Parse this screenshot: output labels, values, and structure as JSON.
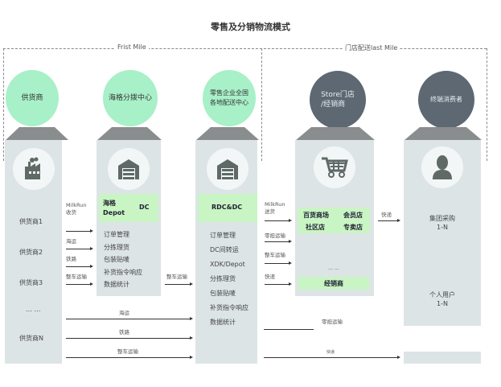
{
  "title": "零售及分销物流模式",
  "zones": {
    "first_mile": "Frist Mile",
    "last_mile": "门店配送last Mile"
  },
  "nodes": [
    {
      "label": "供货商",
      "icon": "factory-icon"
    },
    {
      "label": "海格分拨中心",
      "icon": "warehouse-icon"
    },
    {
      "label_lines": [
        "零售企业全国",
        "各地配送中心"
      ],
      "icon": "warehouse-icon"
    },
    {
      "label_lines": [
        "Store门店",
        "/经销商"
      ],
      "icon": "shopping-cart-icon"
    },
    {
      "label": "终端消费者",
      "icon": "person-icon"
    }
  ],
  "suppliers": [
    "供货商1",
    "供货商2",
    "供货商3",
    "…  …",
    "供货商N"
  ],
  "hub": {
    "box_left": [
      "海格",
      "Depot"
    ],
    "box_right": "DC",
    "functions": [
      "订单管理",
      "分拣理货",
      "包装贴唛",
      "补货指令响应",
      "数据统计"
    ]
  },
  "rdc": {
    "box": "RDC&DC",
    "functions": [
      "订单管理",
      "DC间转运",
      "XDK/Depot",
      "分拣理货",
      "包装贴唛",
      "补货指令响应",
      "数据统计"
    ]
  },
  "store": {
    "types": [
      "百货商场",
      "会员店",
      "社区店",
      "专卖店"
    ],
    "ellipsis": "… …",
    "dealer": "经销商"
  },
  "consumers": [
    {
      "name": "集团采购",
      "range": "1-N"
    },
    {
      "name": "个人用户",
      "range": "1-N"
    }
  ],
  "transport": {
    "supplier_to_hub": [
      "MilkRun",
      "收货",
      "海运",
      "铁路",
      "整车运输"
    ],
    "hub_to_rdc": "整车运输",
    "supplier_to_rdc": [
      "海运",
      "铁路",
      "整车运输"
    ],
    "rdc_to_store": [
      "MilkRun",
      "送货",
      "零担运输",
      "整车运输",
      "快递"
    ],
    "store_to_consumer": "快递",
    "rdc_to_consumer": [
      "零担运输",
      "快递"
    ]
  },
  "colors": {
    "green": "#a8f0c8",
    "dark": "#5d6872",
    "panel": "#dde4e6",
    "box": "#c9f5c4"
  }
}
